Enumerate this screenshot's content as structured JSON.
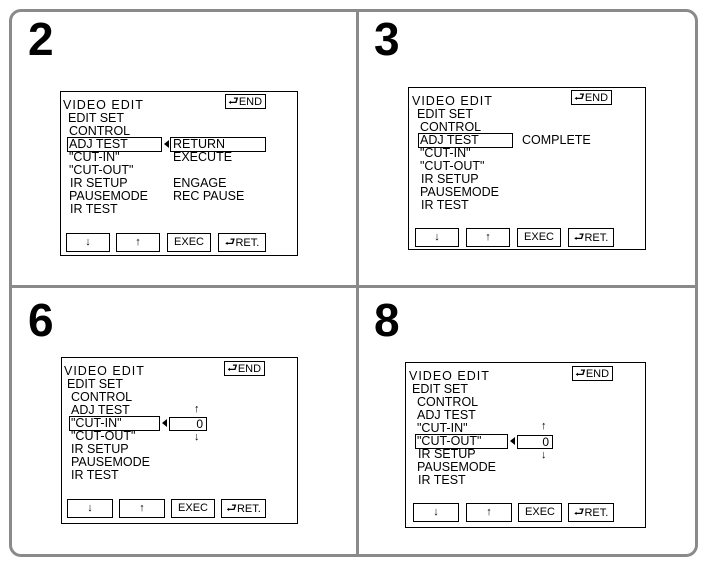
{
  "panels": [
    {
      "step": "2",
      "end": "END",
      "menu": [
        "VIDEO EDIT",
        "EDIT SET",
        "CONTROL",
        "ADJ TEST",
        "\"CUT-IN\"",
        "\"CUT-OUT\"",
        "IR SETUP",
        "PAUSEMODE",
        "IR TEST"
      ],
      "options": [
        "RETURN",
        "EXECUTE",
        "ENGAGE",
        "REC PAUSE"
      ],
      "buttons": [
        "↓",
        "↑",
        "EXEC",
        "RET."
      ]
    },
    {
      "step": "3",
      "end": "END",
      "menu": [
        "VIDEO EDIT",
        "EDIT SET",
        "CONTROL",
        "ADJ TEST",
        "\"CUT-IN\"",
        "\"CUT-OUT\"",
        "IR SETUP",
        "PAUSEMODE",
        "IR TEST"
      ],
      "status": "COMPLETE",
      "buttons": [
        "↓",
        "↑",
        "EXEC",
        "RET."
      ]
    },
    {
      "step": "6",
      "end": "END",
      "menu": [
        "VIDEO EDIT",
        "EDIT SET",
        "CONTROL",
        "ADJ TEST",
        "\"CUT-IN\"",
        "\"CUT-OUT\"",
        "IR SETUP",
        "PAUSEMODE",
        "IR TEST"
      ],
      "value": "0",
      "up": "↑",
      "down": "↓",
      "buttons": [
        "↓",
        "↑",
        "EXEC",
        "RET."
      ]
    },
    {
      "step": "8",
      "end": "END",
      "menu": [
        "VIDEO EDIT",
        "EDIT SET",
        "CONTROL",
        "ADJ TEST",
        "\"CUT-IN\"",
        "\"CUT-OUT\"",
        "IR SETUP",
        "PAUSEMODE",
        "IR TEST"
      ],
      "value": "0",
      "up": "↑",
      "down": "↓",
      "buttons": [
        "↓",
        "↑",
        "EXEC",
        "RET."
      ]
    }
  ]
}
